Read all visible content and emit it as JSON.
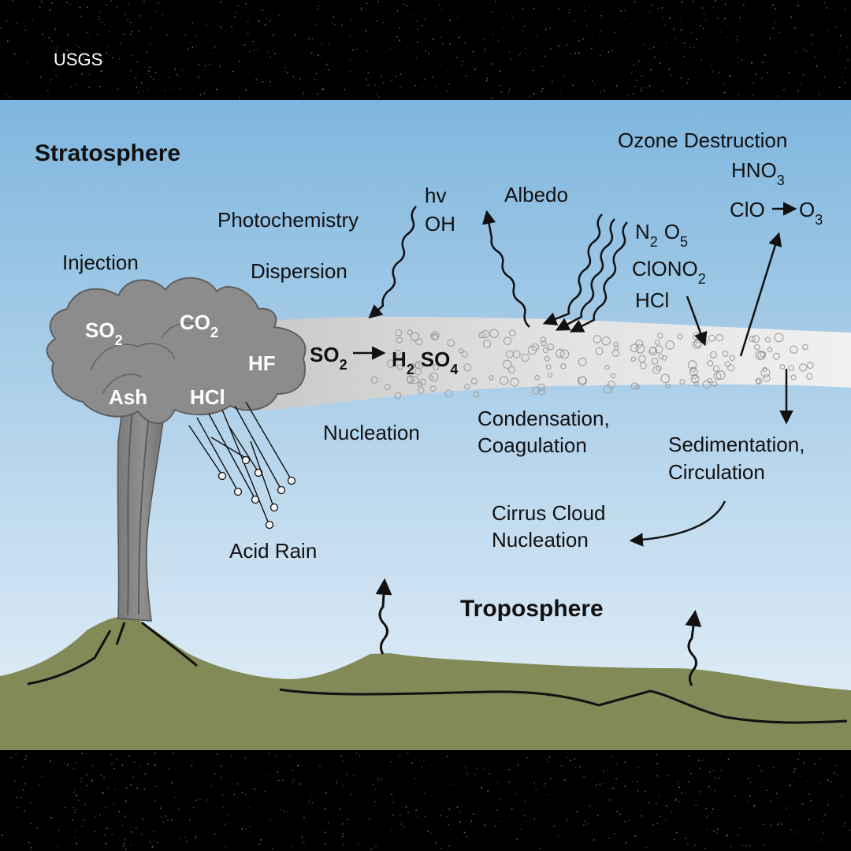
{
  "watermark": "USGS",
  "layers": {
    "stratosphere": "Stratosphere",
    "troposphere": "Troposphere"
  },
  "labels": {
    "injection": "Injection",
    "photochemistry": "Photochemistry",
    "dispersion": "Dispersion",
    "hv": "hv",
    "oh": "OH",
    "albedo": "Albedo",
    "ozone_destruction": "Ozone Destruction",
    "nucleation": "Nucleation",
    "condensation": "Condensation,",
    "coagulation": "Coagulation",
    "sedimentation": "Sedimentation,",
    "circulation": "Circulation",
    "cirrus_1": "Cirrus Cloud",
    "cirrus_2": "Nucleation",
    "acid_rain": "Acid Rain"
  },
  "plume_gases": {
    "so2": "SO",
    "so2_sub": "2",
    "co2": "CO",
    "co2_sub": "2",
    "hf": "HF",
    "ash": "Ash",
    "hcl": "HCl"
  },
  "reaction": {
    "so2": "SO",
    "so2_sub": "2",
    "h2": "H",
    "h2_sub": "2",
    "so4": "SO",
    "so4_sub": "4"
  },
  "chemistry": {
    "n2": "N",
    "n2_sub": "2",
    "o5": "O",
    "o5_sub": "5",
    "clono": "ClONO",
    "clono_sub": "2",
    "hcl": "HCl",
    "hno": "HNO",
    "hno_sub": "3",
    "clo": "ClO",
    "o3": "O",
    "o3_sub": "3"
  },
  "colors": {
    "sky_top": "#7fb6de",
    "sky_bottom": "#e6f0f8",
    "ground": "#828a57",
    "plume": "#8c8c8c",
    "aerosol_cloud": "#dcdcdc",
    "frame": "#000000"
  }
}
